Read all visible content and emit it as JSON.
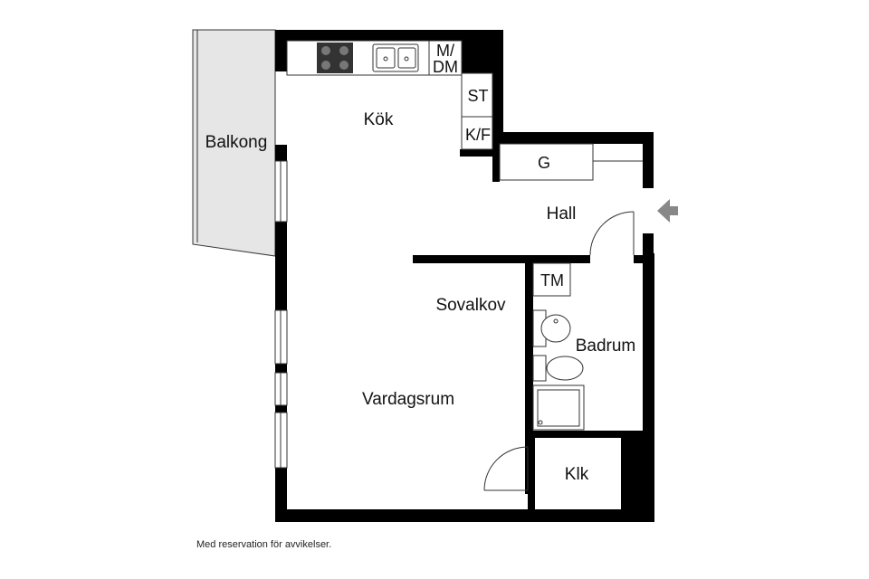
{
  "rooms": {
    "balcony": "Balkong",
    "kitchen": "Kök",
    "hall": "Hall",
    "alcove": "Sovalkov",
    "living": "Vardagsrum",
    "bathroom": "Badrum",
    "closet": "Klk"
  },
  "fixtures": {
    "dishwasher_line1": "M/",
    "dishwasher_line2": "DM",
    "stove_cabinet": "ST",
    "fridge_freezer": "K/F",
    "wardrobe": "G",
    "washer": "TM"
  },
  "footer": {
    "disclaimer": "Med reservation för avvikelser."
  }
}
